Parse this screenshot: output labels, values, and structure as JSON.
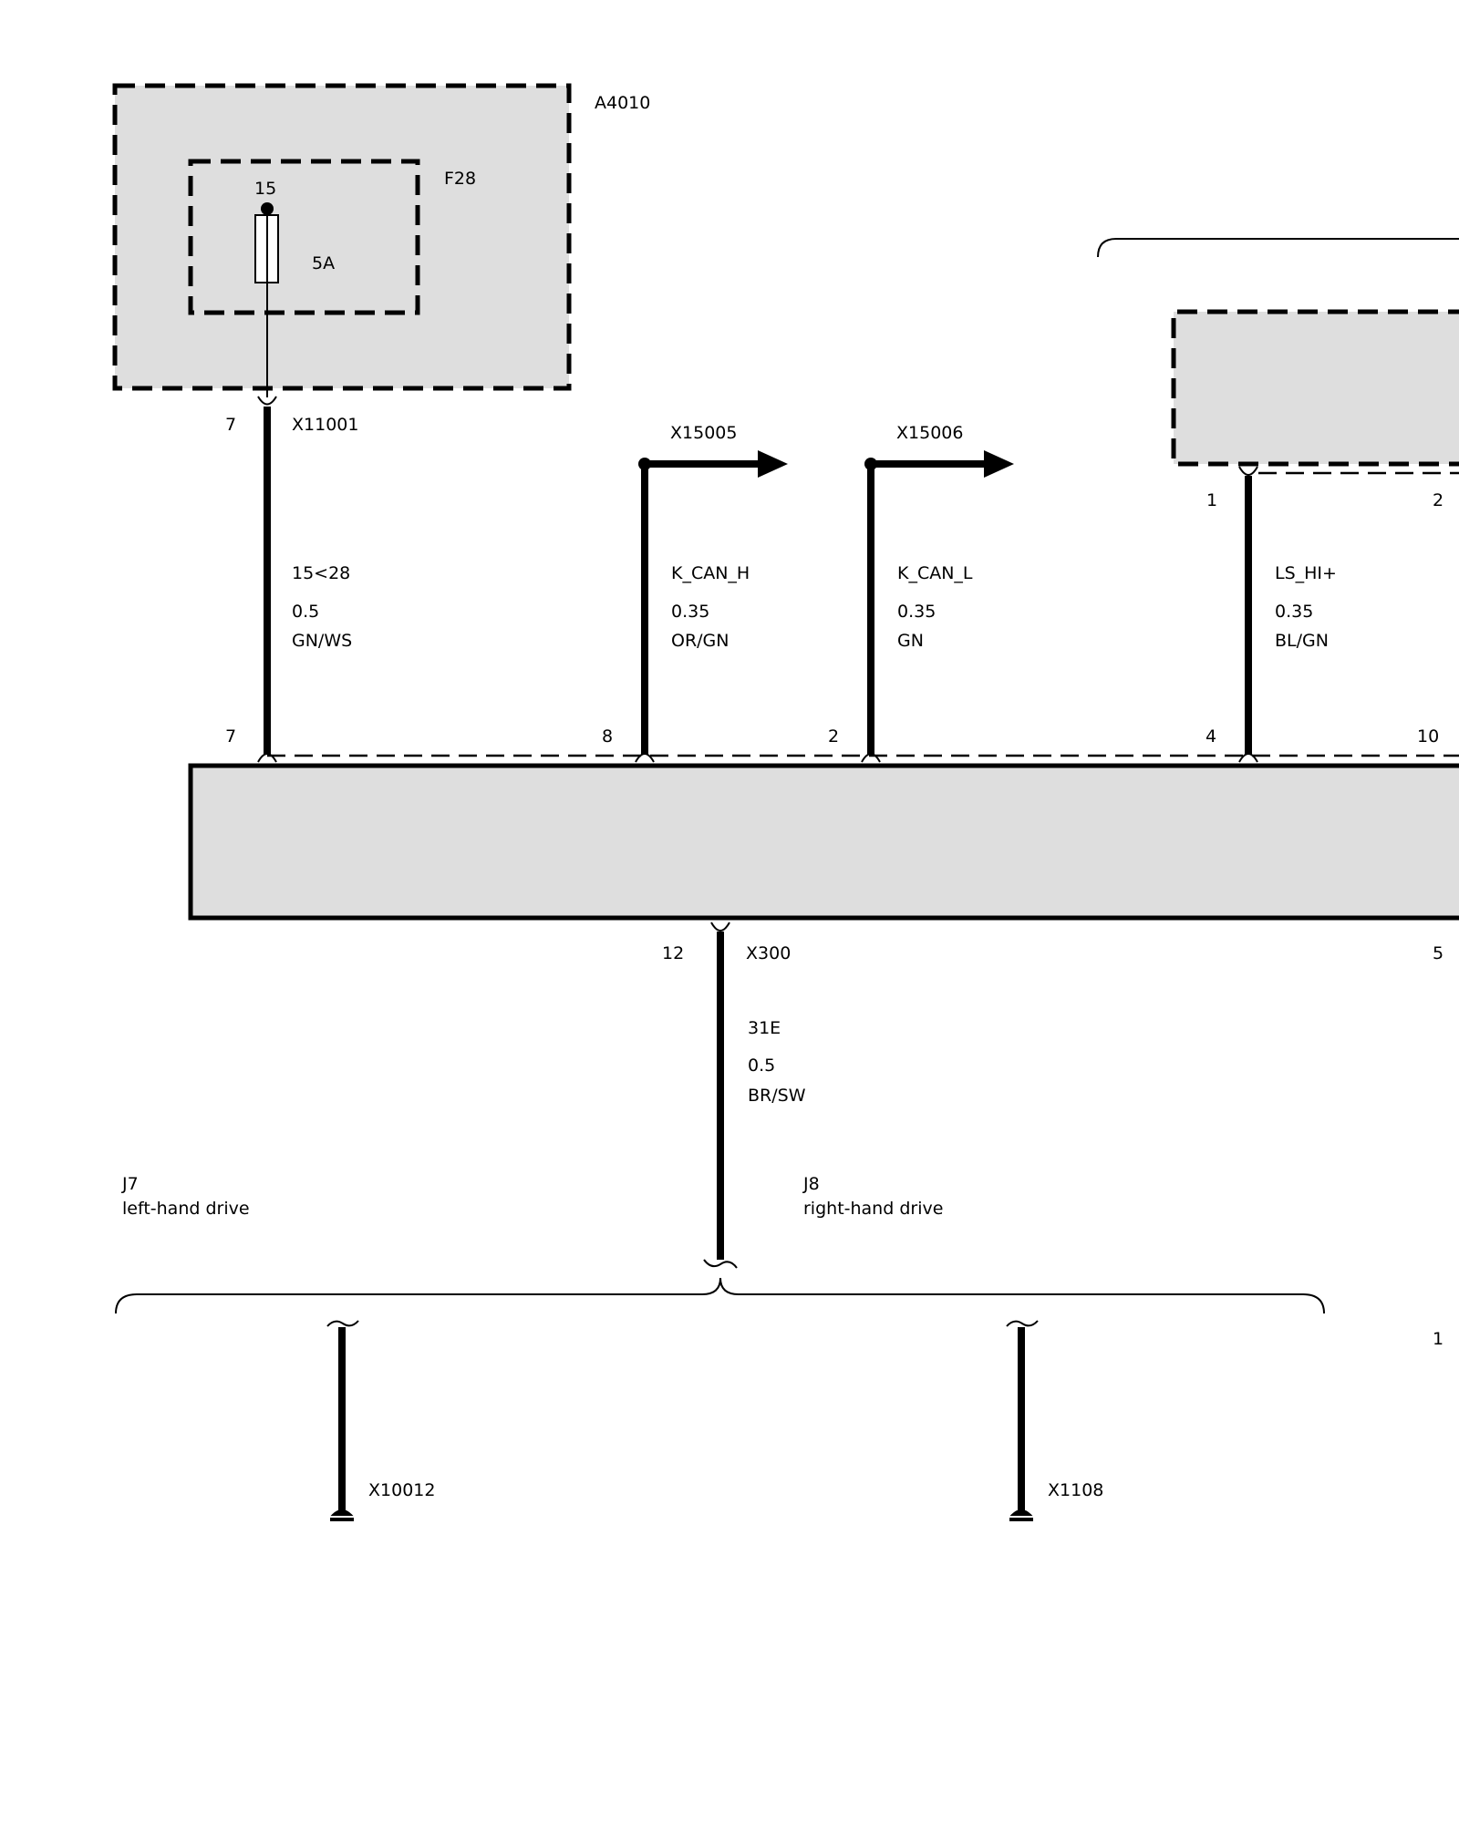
{
  "diagram": {
    "modules": {
      "power_distribution": "A4010",
      "fuse_name": "F28",
      "fuse_pin": "15",
      "fuse_rating": "5A"
    },
    "connectors": {
      "fuse_out": {
        "pin": "7",
        "name": "X11001"
      },
      "kcan_h_out": {
        "name": "X15005"
      },
      "kcan_l_out": {
        "name": "X15006"
      },
      "speaker_pin_1": "1",
      "speaker_pin_2": "2",
      "ground": {
        "pin": "12",
        "name": "X300"
      },
      "right_pin_5": "5",
      "right_pin_1": "1"
    },
    "wires": [
      {
        "signal": "15<28",
        "gauge": "0.5",
        "color": "GN/WS",
        "pin_bottom": "7"
      },
      {
        "signal": "K_CAN_H",
        "gauge": "0.35",
        "color": "OR/GN",
        "pin_bottom": "8"
      },
      {
        "signal": "K_CAN_L",
        "gauge": "0.35",
        "color": "GN",
        "pin_bottom": "2"
      },
      {
        "signal": "LS_HI+",
        "gauge": "0.35",
        "color": "BL/GN",
        "pin_bottom": "4"
      }
    ],
    "right_pin_10": "10",
    "ground_wire": {
      "signal": "31E",
      "gauge": "0.5",
      "color": "BR/SW"
    },
    "variants": [
      {
        "code": "J7",
        "label": "left-hand drive",
        "ground_point": "X10012"
      },
      {
        "code": "J8",
        "label": "right-hand drive",
        "ground_point": "X1108"
      }
    ]
  },
  "colors": {
    "module_fill": "#dedede",
    "line": "#000000",
    "background": "#ffffff"
  }
}
